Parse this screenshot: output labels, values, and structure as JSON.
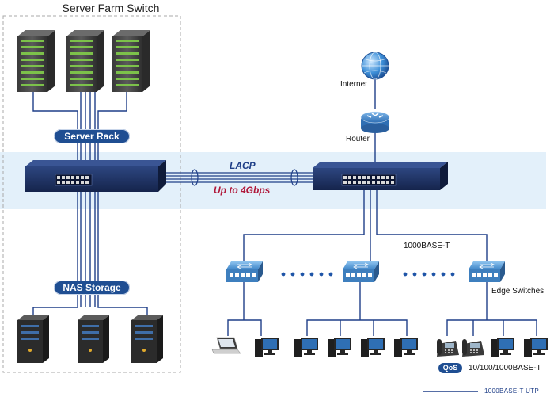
{
  "title": "Server Farm Switch",
  "labels": {
    "server_rack": "Server Rack",
    "nas_storage": "NAS Storage",
    "lacp": "LACP",
    "throughput": "Up to 4Gbps",
    "internet": "Internet",
    "router": "Router",
    "uplink": "1000BASE-T",
    "edge_switches": "Edge Switches",
    "qos": "QoS",
    "access_speed": "10/100/1000BASE-T",
    "legend": "1000BASE-T UTP"
  },
  "colors": {
    "link": "#1f3f88",
    "pill": "#1f4e92",
    "highlight_band": "#e3f0fa",
    "lacp_text": "#1f3f88",
    "throughput_text": "#b0183a",
    "switch_body": "#1e3163"
  },
  "icons": [
    "server-rack-icon",
    "core-switch-icon",
    "router-icon",
    "globe-icon",
    "edge-switch-icon",
    "laptop-icon",
    "desktop-pc-icon",
    "ip-phone-icon",
    "nas-storage-icon"
  ]
}
